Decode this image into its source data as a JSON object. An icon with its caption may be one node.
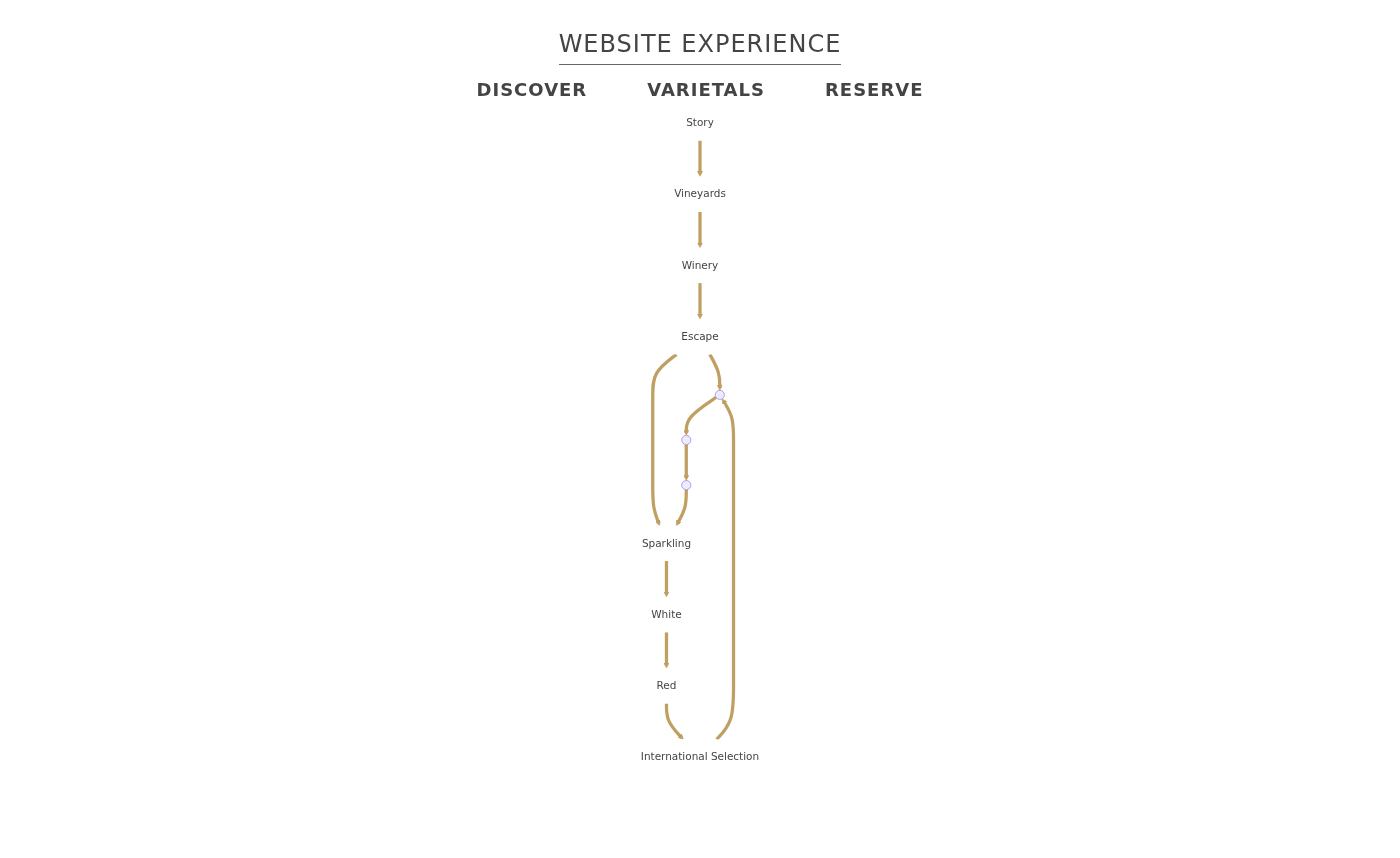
{
  "diagram": {
    "title": "WEBSITE EXPERIENCE",
    "nodes": [
      {
        "text": [
          "Winery"
        ]
      },
      {
        "text": [
          "Vineyards"
        ]
      },
      {
        "text": [
          "Escape"
        ]
      },
      {
        "text": [
          "Story"
        ]
      },
      {
        "text": [
          "Sparkling"
        ]
      },
      {
        "text": [],
        "shape": "circle"
      },
      {
        "text": [
          "White"
        ]
      },
      {
        "text": [],
        "shape": "circle"
      },
      {
        "text": [],
        "shape": "circle"
      },
      {
        "text": [
          "Red"
        ]
      },
      {
        "text": [
          "International Selection"
        ]
      }
    ],
    "edges": [
      {
        "from": 3,
        "to": 1,
        "arrow": "to"
      },
      {
        "from": 1,
        "to": 0,
        "arrow": "to"
      },
      {
        "from": 0,
        "to": 2,
        "arrow": "to"
      },
      {
        "from": 2,
        "to": 5,
        "arrow": "to"
      },
      {
        "from": 2,
        "to": 4,
        "arrow": "to"
      },
      {
        "from": 5,
        "to": 8,
        "arrow": "to"
      },
      {
        "from": 8,
        "to": 7,
        "arrow": "to"
      },
      {
        "from": 7,
        "to": 4,
        "arrow": "to"
      },
      {
        "from": 4,
        "to": 6,
        "arrow": "to"
      },
      {
        "from": 6,
        "to": 9,
        "arrow": "to"
      },
      {
        "from": 9,
        "to": 10,
        "arrow": "to"
      },
      {
        "from": 10,
        "to": 5,
        "arrow": "to"
      }
    ],
    "labels": [
      "DISCOVER",
      "VARIETALS",
      "RESERVE"
    ]
  }
}
